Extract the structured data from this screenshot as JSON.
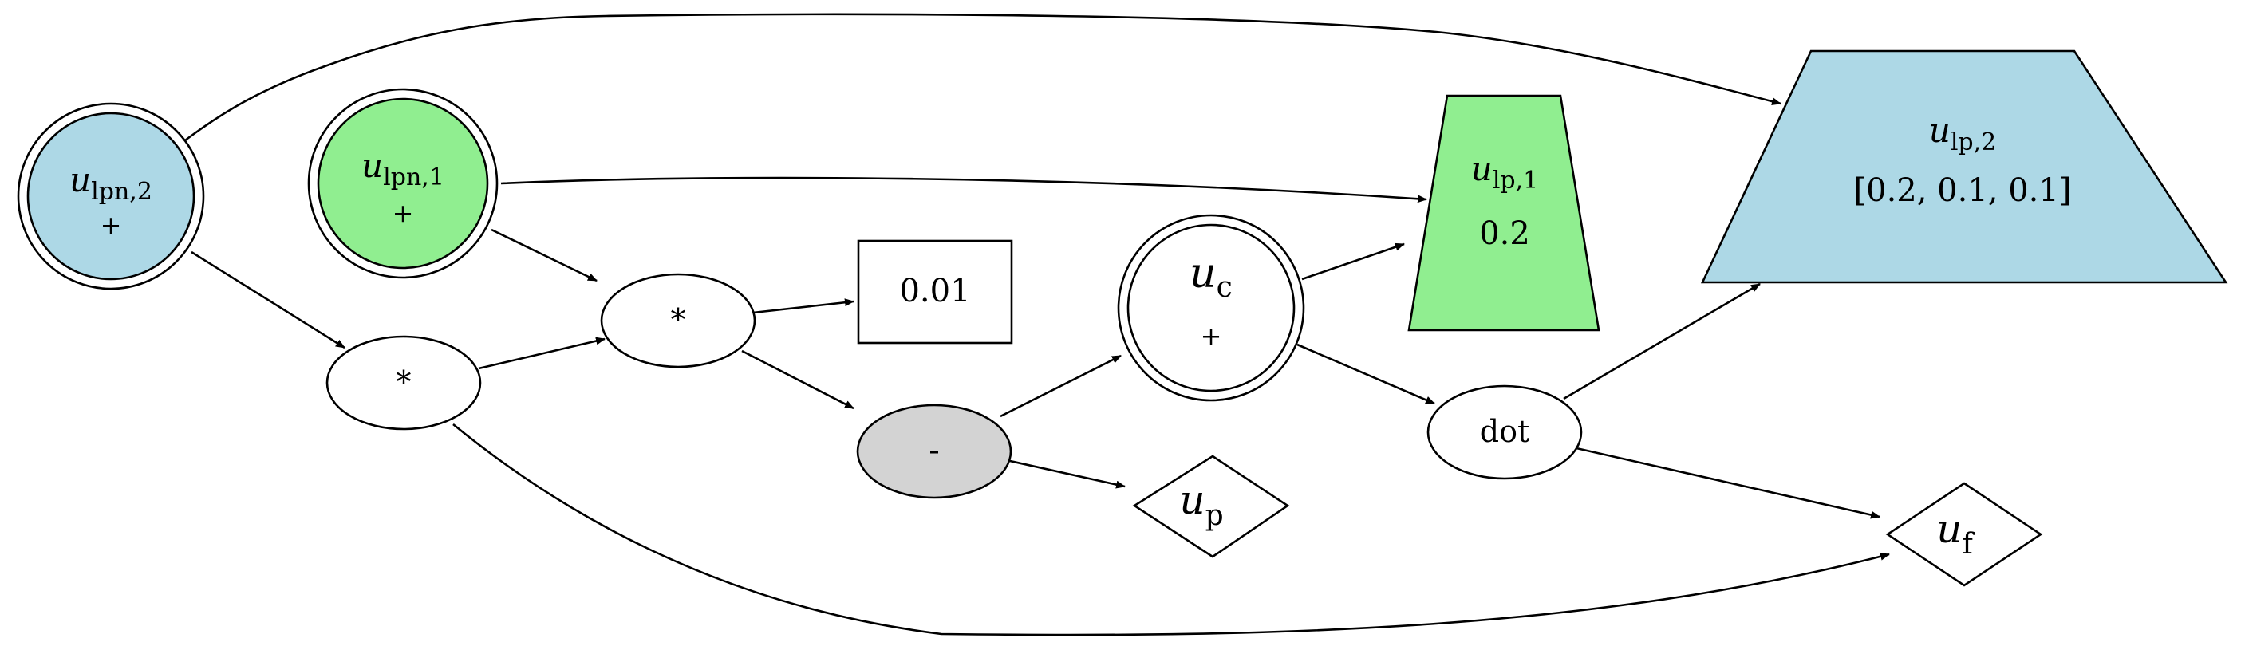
{
  "colors": {
    "blue_fill": "#add8e6",
    "green_fill": "#90ee90",
    "gray_fill": "#d3d3d3",
    "white_fill": "#ffffff",
    "stroke": "#000000"
  },
  "nodes": {
    "u_lpn2": {
      "var": "u",
      "sub": "lpn,2",
      "sign": "+",
      "shape": "double-circle",
      "fill": "blue_fill"
    },
    "u_lpn1": {
      "var": "u",
      "sub": "lpn,1",
      "sign": "+",
      "shape": "double-circle",
      "fill": "green_fill"
    },
    "mul_a": {
      "label": "*",
      "shape": "ellipse",
      "fill": "white_fill"
    },
    "mul_b": {
      "label": "*",
      "shape": "ellipse",
      "fill": "white_fill"
    },
    "const": {
      "label": "0.01",
      "shape": "box",
      "fill": "white_fill"
    },
    "minus": {
      "label": "-",
      "shape": "ellipse",
      "fill": "gray_fill"
    },
    "u_c": {
      "var": "u",
      "sub": "c",
      "sign": "+",
      "shape": "double-circle",
      "fill": "white_fill"
    },
    "u_p": {
      "var": "u",
      "sub": "p",
      "shape": "diamond",
      "fill": "white_fill"
    },
    "u_lp1": {
      "var": "u",
      "sub": "lp,1",
      "value": "0.2",
      "shape": "trapezium",
      "fill": "green_fill"
    },
    "u_lp2": {
      "var": "u",
      "sub": "lp,2",
      "value": "[0.2, 0.1, 0.1]",
      "shape": "trapezium",
      "fill": "blue_fill"
    },
    "dot": {
      "label": "dot",
      "shape": "ellipse",
      "fill": "white_fill"
    },
    "u_f": {
      "var": "u",
      "sub": "f",
      "shape": "diamond",
      "fill": "white_fill"
    }
  },
  "edges": [
    {
      "from": "u_lpn2",
      "to": "u_lp2"
    },
    {
      "from": "u_lpn2",
      "to": "mul_a"
    },
    {
      "from": "u_lpn1",
      "to": "u_lp1"
    },
    {
      "from": "u_lpn1",
      "to": "mul_b"
    },
    {
      "from": "mul_a",
      "to": "mul_b"
    },
    {
      "from": "mul_a",
      "to": "u_f"
    },
    {
      "from": "mul_b",
      "to": "const"
    },
    {
      "from": "mul_b",
      "to": "minus"
    },
    {
      "from": "minus",
      "to": "u_c"
    },
    {
      "from": "minus",
      "to": "u_p"
    },
    {
      "from": "u_c",
      "to": "u_lp1"
    },
    {
      "from": "u_c",
      "to": "dot"
    },
    {
      "from": "dot",
      "to": "u_lp2"
    },
    {
      "from": "dot",
      "to": "u_f"
    }
  ]
}
